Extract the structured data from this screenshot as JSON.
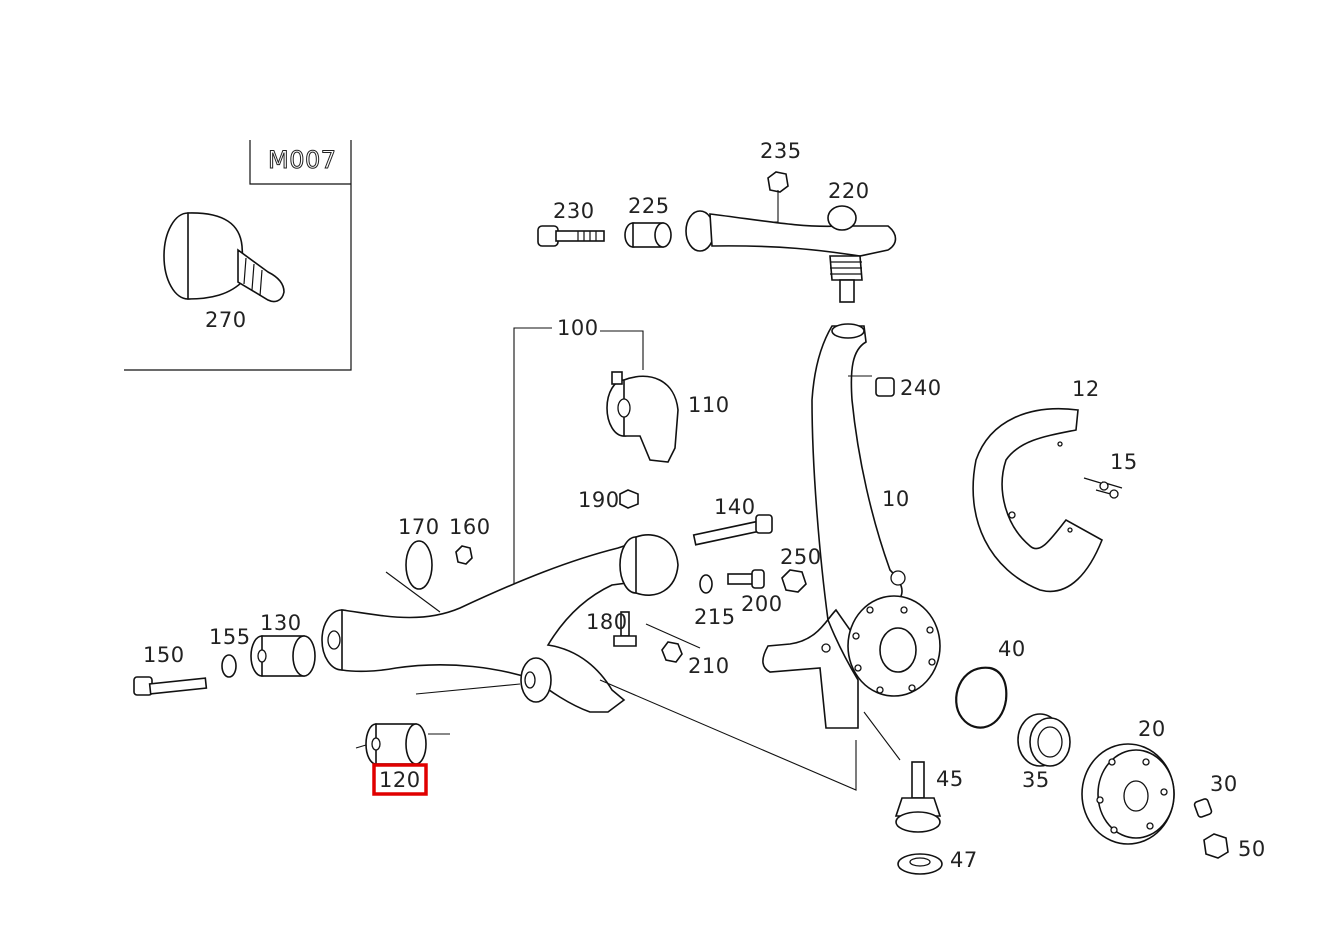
{
  "inset": {
    "code": "M007",
    "part_label": "270"
  },
  "labels": {
    "p235": "235",
    "p230": "230",
    "p225": "225",
    "p220": "220",
    "p100": "100",
    "p110": "110",
    "p240": "240",
    "p12": "12",
    "p15": "15",
    "p190": "190",
    "p140": "140",
    "p10": "10",
    "p170": "170",
    "p160": "160",
    "p250": "250",
    "p200": "200",
    "p215": "215",
    "p130": "130",
    "p155": "155",
    "p180": "180",
    "p150": "150",
    "p210": "210",
    "p40": "40",
    "p20": "20",
    "p45": "45",
    "p35": "35",
    "p30": "30",
    "p120": "120",
    "p47": "47",
    "p50": "50"
  },
  "highlight": {
    "part": "120",
    "color": "#e00000"
  }
}
